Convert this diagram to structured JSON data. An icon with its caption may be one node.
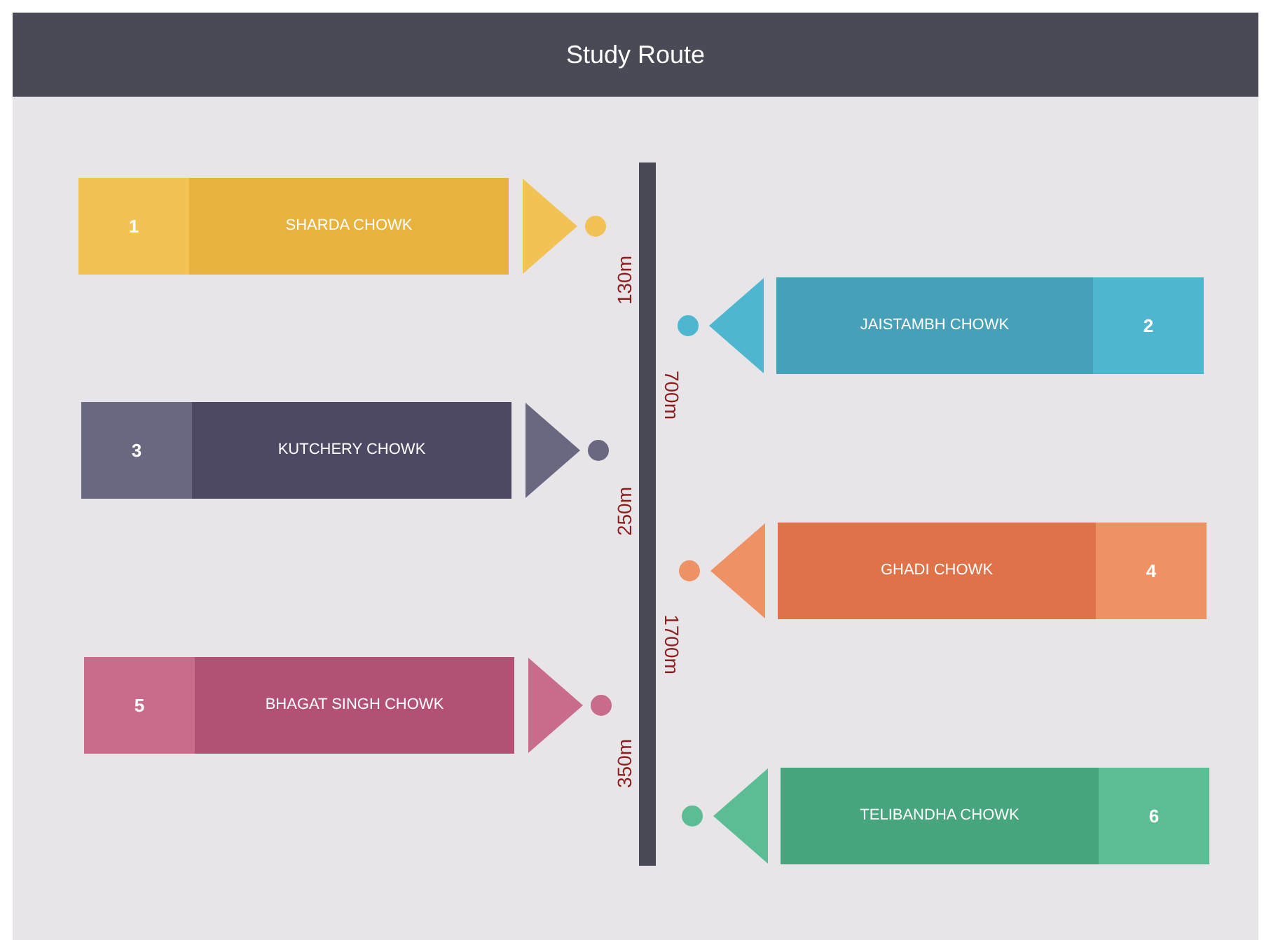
{
  "diagram": {
    "title": "Study Route",
    "nodes": [
      {
        "text": [
          "1",
          "SHARDA CHOWK"
        ]
      },
      {
        "text": [
          "JAISTAMBH CHOWK",
          "2"
        ]
      },
      {
        "text": [
          "3",
          "KUTCHERY CHOWK"
        ]
      },
      {
        "text": [
          "GHADI CHOWK",
          "4"
        ]
      },
      {
        "text": [
          "5",
          "BHAGAT SINGH CHOWK"
        ]
      },
      {
        "text": [
          "TELIBANDHA CHOWK",
          "6"
        ]
      }
    ],
    "labels": [
      "130m",
      "700m",
      "250m",
      "1700m",
      "350m"
    ]
  }
}
